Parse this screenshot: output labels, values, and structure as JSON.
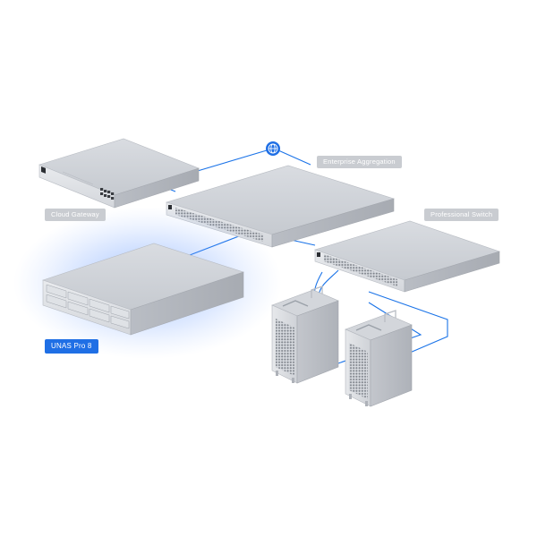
{
  "labels": {
    "enterprise_aggregation": "Enterprise Aggregation",
    "cloud_gateway": "Cloud Gateway",
    "professional_switch": "Professional Switch",
    "unas_pro_8": "UNAS Pro 8"
  },
  "icons": {
    "internet": "globe-icon"
  },
  "colors": {
    "link": "#1a73e8",
    "highlight_tag": "#1f6fe5",
    "muted_tag": "#c9ccd1",
    "glow": "#4f8bff"
  }
}
